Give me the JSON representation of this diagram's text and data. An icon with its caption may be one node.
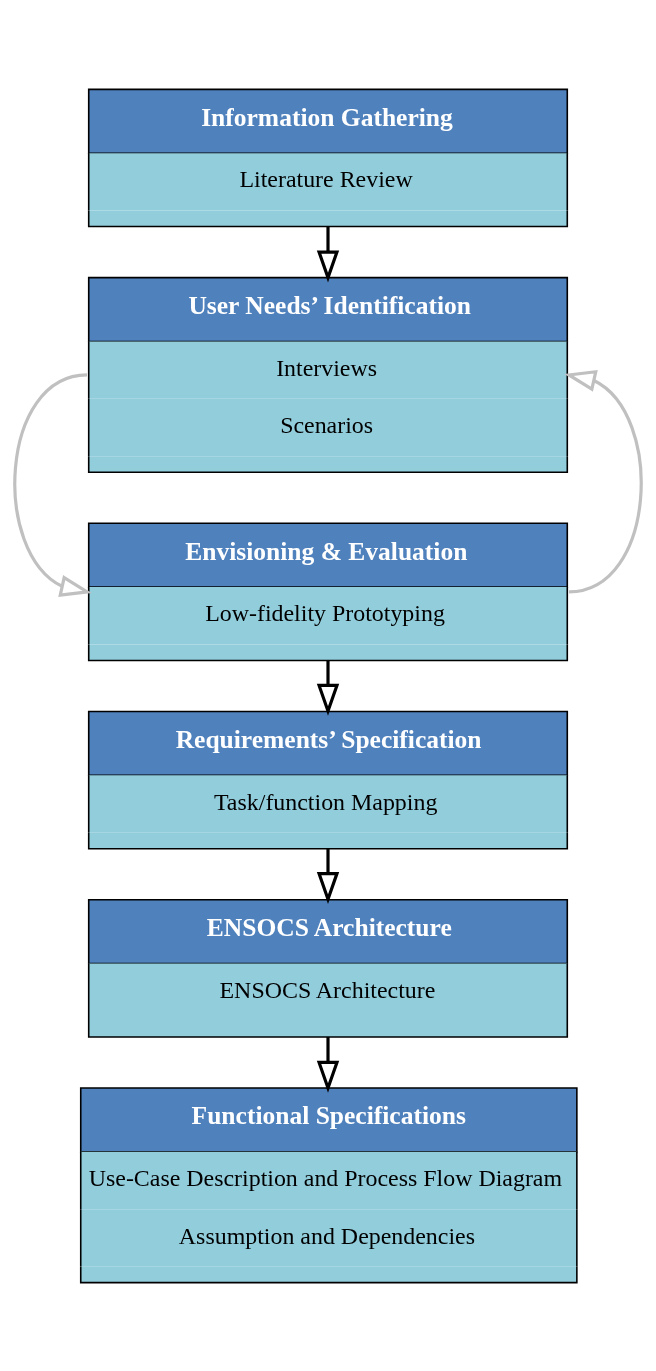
{
  "diagram": {
    "nodes": [
      {
        "text": [
          "Information Gathering",
          "Literature Review"
        ]
      },
      {
        "text": [
          "User Needs’ Identification",
          "Interviews",
          "Scenarios"
        ]
      },
      {
        "text": [
          "Envisioning & Evaluation",
          "Low-fidelity Prototyping"
        ]
      },
      {
        "text": [
          "Requirements’ Specification",
          "Task/function Mapping"
        ]
      },
      {
        "text": [
          "ENSOCS Architecture",
          "ENSOCS Architecture"
        ]
      },
      {
        "text": [
          "Functional Specifications",
          "Use-Case Description and Process Flow Diagram",
          "Assumption and Dependencies"
        ]
      }
    ],
    "edges": [
      {
        "from": 0,
        "to": 1,
        "arrow": "to"
      },
      {
        "from": 1,
        "to": 2,
        "arrow": "to",
        "color": "#c0c0c0"
      },
      {
        "from": 2,
        "to": 1,
        "arrow": "to",
        "color": "#c0c0c0"
      },
      {
        "from": 2,
        "to": 3,
        "arrow": "to"
      },
      {
        "from": 3,
        "to": 4,
        "arrow": "to"
      },
      {
        "from": 4,
        "to": 5,
        "arrow": "to"
      }
    ]
  }
}
